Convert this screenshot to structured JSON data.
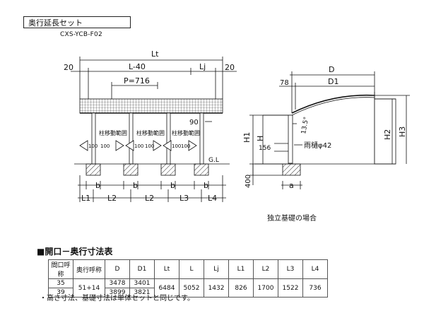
{
  "header": {
    "title": "奥行延長セット",
    "model": "CXS-YCB-F02"
  },
  "front_view": {
    "lt": "Lt",
    "left_20": "20",
    "l40": "L-40",
    "lj": "Lj",
    "right_20": "20",
    "pitch": "P=716",
    "dim_90": "90",
    "range_label": "柱移動範囲",
    "arrow_100": "100",
    "gl": "G.L",
    "b": "b",
    "l1": "L1",
    "l2": "L2",
    "l3": "L3",
    "l4": "L4"
  },
  "side_view": {
    "d": "D",
    "d1": "D1",
    "dim_78": "78",
    "h1": "H1",
    "h": "H",
    "h2": "H2",
    "h3": "H3",
    "angle": "13.5°",
    "dim_156": "156",
    "gutter": "雨樋φ42",
    "dim_400": "400",
    "a": "a",
    "caption": "独立基礎の場合"
  },
  "table": {
    "title": "■開口－奥行寸法表",
    "headers": [
      "間口呼称",
      "奥行呼称",
      "D",
      "D1",
      "Lt",
      "L",
      "Lj",
      "L1",
      "L2",
      "L3",
      "L4"
    ],
    "row1": {
      "opening": "35",
      "D": "3478",
      "D1": "3401"
    },
    "row2": {
      "opening": "39",
      "D": "3899",
      "D1": "3821"
    },
    "shared": {
      "depth": "51+14",
      "Lt": "6484",
      "L": "5052",
      "Lj": "1432",
      "L1": "826",
      "L2": "1700",
      "L3": "1522",
      "L4": "736"
    }
  },
  "note": "・高さ寸法、基礎寸法は単体セットと同じです。"
}
